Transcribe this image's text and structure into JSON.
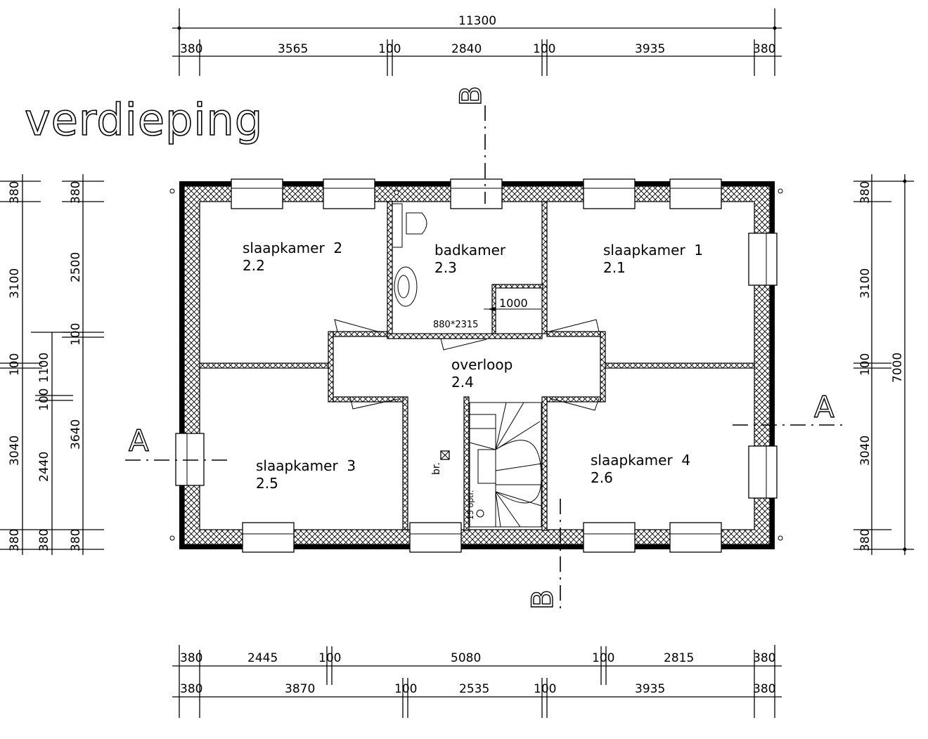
{
  "title": "verdieping",
  "section_labels": {
    "a": "A",
    "b": "B"
  },
  "rooms": [
    {
      "name": "slaapkamer  2",
      "number": "2.2"
    },
    {
      "name": "badkamer",
      "number": "2.3"
    },
    {
      "name": "slaapkamer  1",
      "number": "2.1"
    },
    {
      "name": "overloop",
      "number": "2.4"
    },
    {
      "name": "slaapkamer  3",
      "number": "2.5"
    },
    {
      "name": "slaapkamer  4",
      "number": "2.6"
    }
  ],
  "annotations": {
    "shower_width": "1000",
    "door_size": "880*2315",
    "stair_steps": "15 optr.",
    "smoke_detector": "br."
  },
  "dimensions": {
    "top_total": "11300",
    "top": [
      "380",
      "3565",
      "100",
      "2840",
      "100",
      "3935",
      "380"
    ],
    "bottom_1": [
      "380",
      "2445",
      "100",
      "5080",
      "100",
      "2815",
      "380"
    ],
    "bottom_2": [
      "380",
      "3870",
      "100",
      "2535",
      "100",
      "3935",
      "380"
    ],
    "left_outer": [
      "380",
      "3100",
      "100",
      "3040",
      "380"
    ],
    "left_mid": [
      "1100",
      "100",
      "2440",
      "380"
    ],
    "left_inner": [
      "380",
      "2500",
      "100",
      "3640",
      "380"
    ],
    "right_inner": [
      "380",
      "3100",
      "100",
      "3040",
      "380"
    ],
    "right_total": "7000"
  }
}
